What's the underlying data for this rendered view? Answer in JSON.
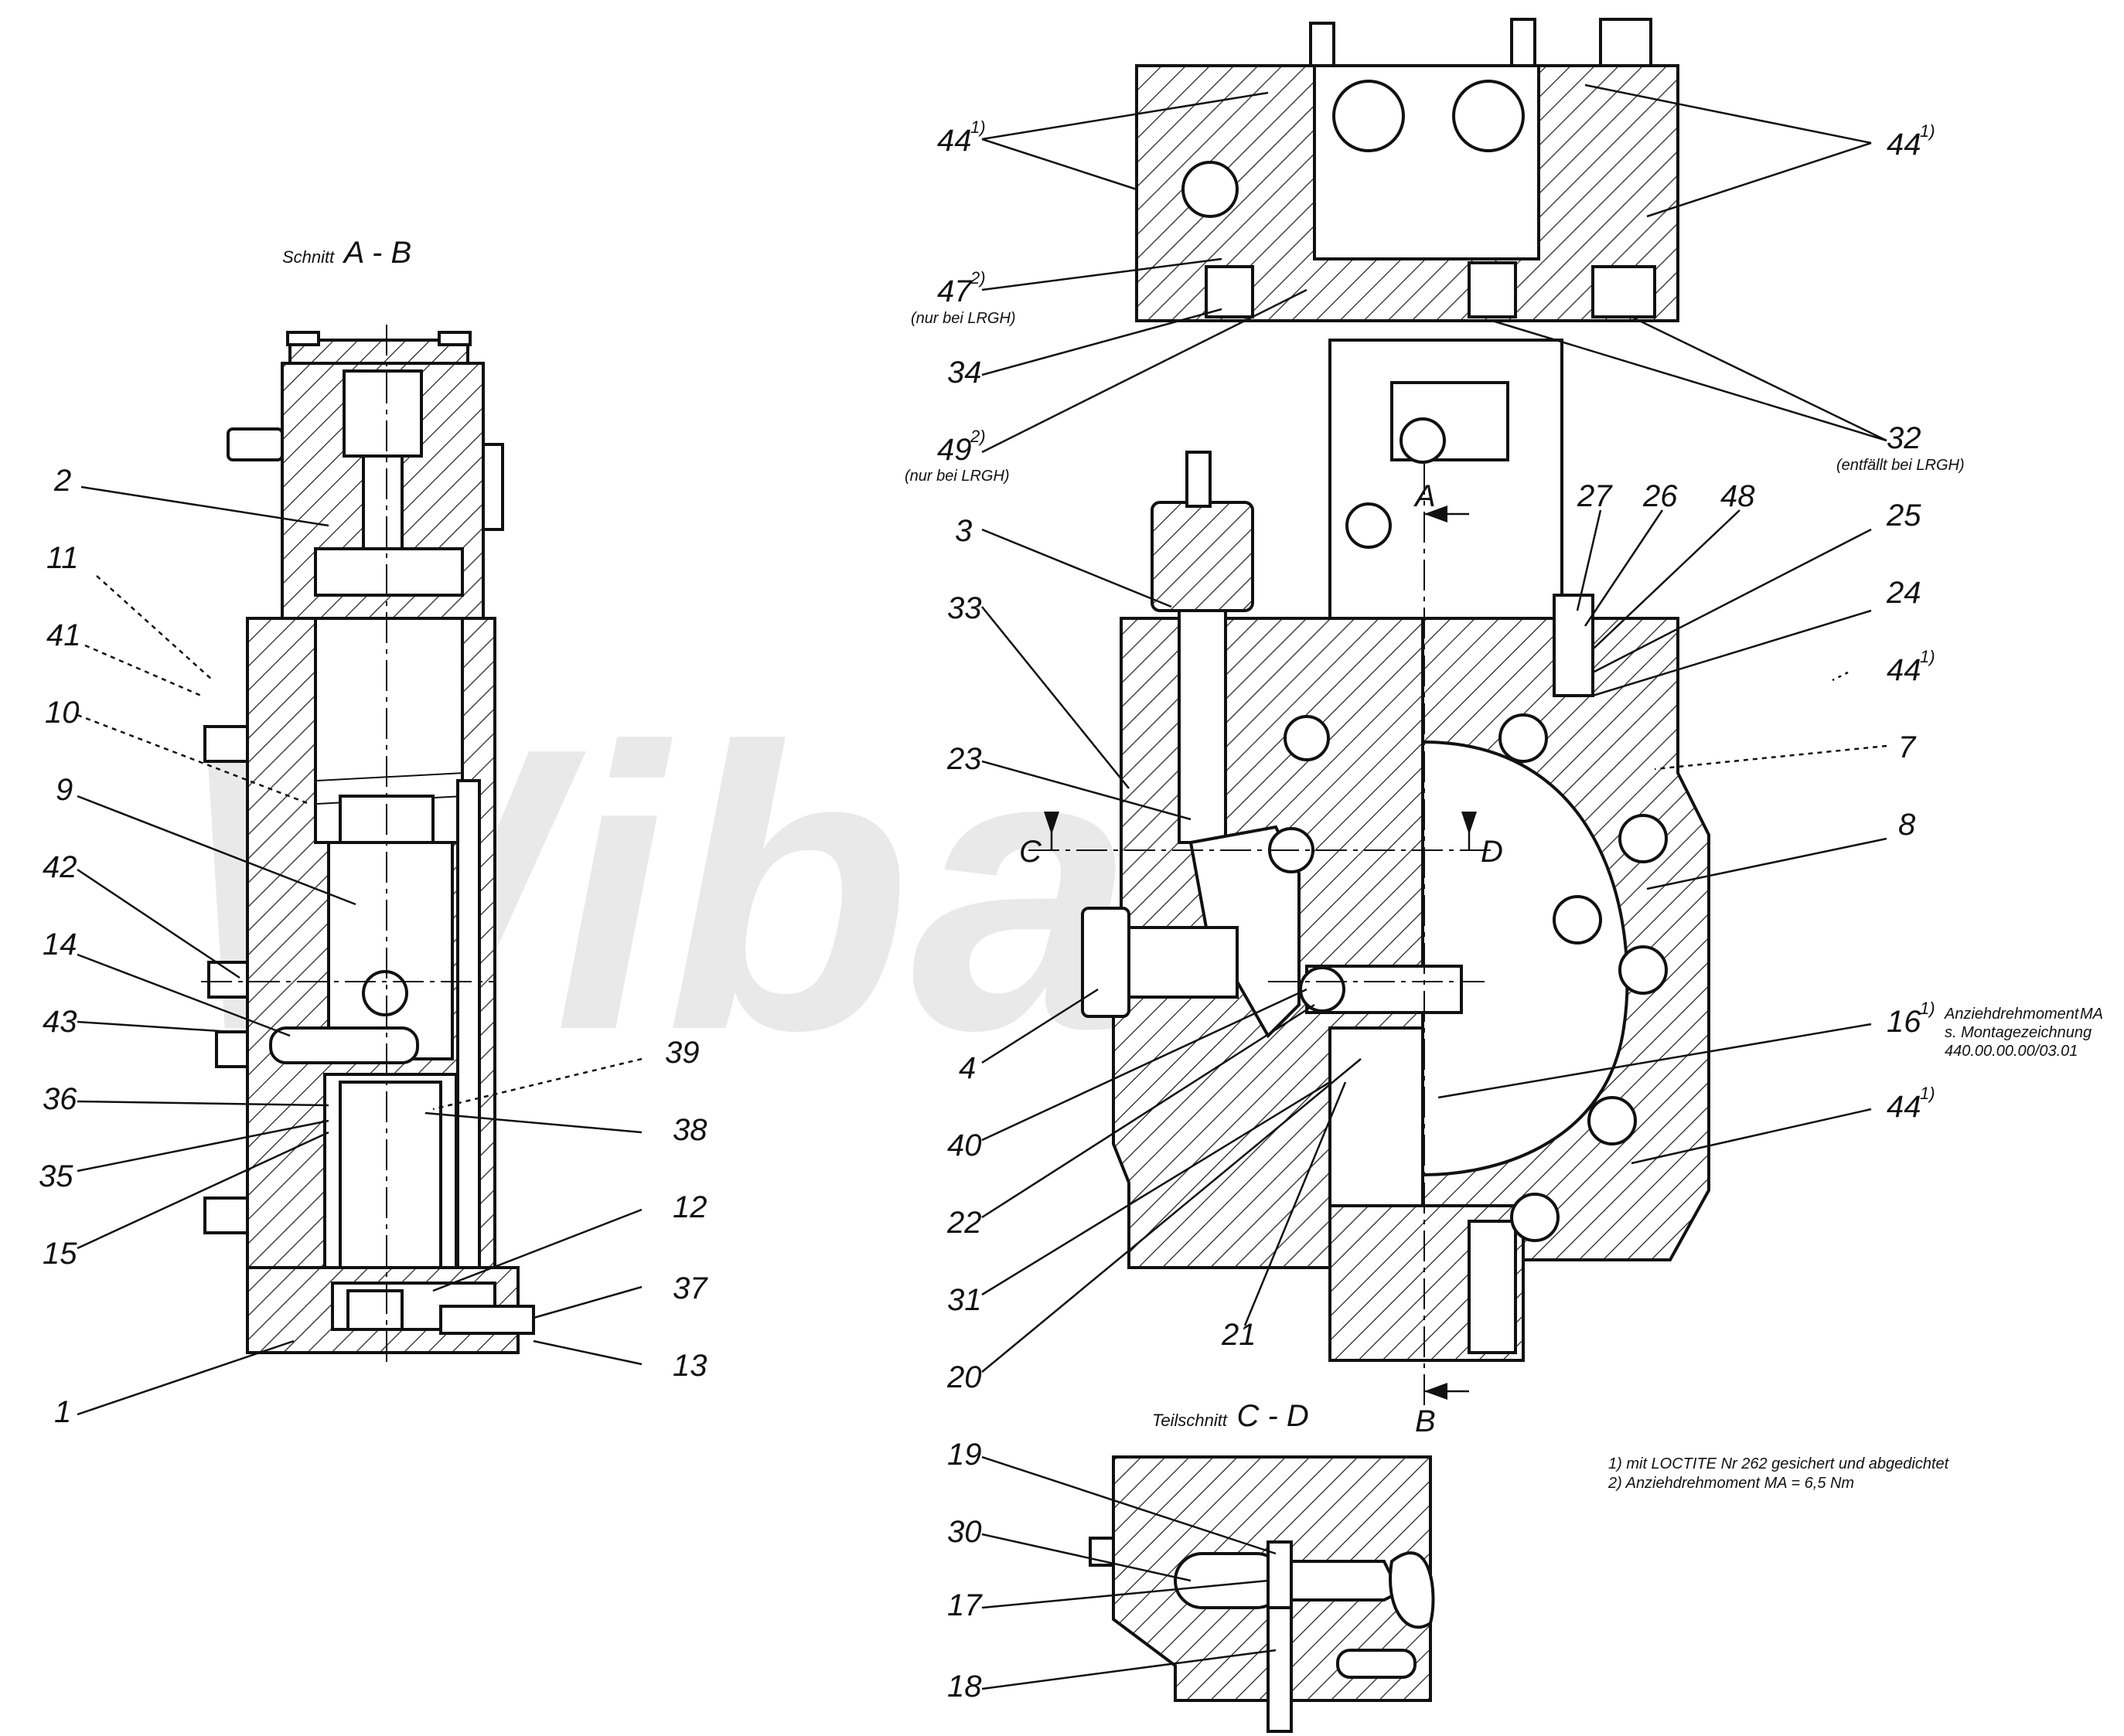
{
  "titles": {
    "section_ab_prefix": "Schnitt",
    "section_ab_letters": "A - B",
    "section_cd_prefix": "Teilschnitt",
    "section_cd_letters": "C - D"
  },
  "watermark": "Wibana",
  "section_letters": {
    "a": "A",
    "b": "B",
    "c": "C",
    "d": "D"
  },
  "labels": {
    "n1": "1",
    "n2": "2",
    "n3": "3",
    "n4": "4",
    "n7": "7",
    "n8": "8",
    "n9": "9",
    "n10": "10",
    "n11": "11",
    "n12": "12",
    "n13": "13",
    "n14": "14",
    "n15": "15",
    "n16": "16",
    "n17": "17",
    "n18": "18",
    "n19": "19",
    "n20": "20",
    "n21": "21",
    "n22": "22",
    "n23": "23",
    "n24": "24",
    "n25": "25",
    "n26": "26",
    "n27": "27",
    "n30": "30",
    "n31": "31",
    "n32": "32",
    "n33": "33",
    "n34": "34",
    "n35": "35",
    "n36": "36",
    "n37": "37",
    "n38": "38",
    "n39": "39",
    "n40": "40",
    "n41": "41",
    "n42": "42",
    "n43": "43",
    "n44": "44",
    "n47": "47",
    "n48": "48",
    "n49": "49"
  },
  "superscripts": {
    "one": "1)",
    "two": "2)"
  },
  "annotations": {
    "nur_bei_lrgh": "(nur bei LRGH)",
    "entfaellt_bei_lrgh": "(entfällt bei LRGH)",
    "anziehdrehmoment": "Anziehdrehmoment",
    "ma": "MA",
    "montagezeichnung": "s. Montagezeichnung",
    "drawing_ref": "440.00.00.00/03.01"
  },
  "footnotes": {
    "f1": "1) mit LOCTITE Nr 262 gesichert und abgedichtet",
    "f2": "2) Anziehdrehmoment MA = 6,5 Nm"
  }
}
